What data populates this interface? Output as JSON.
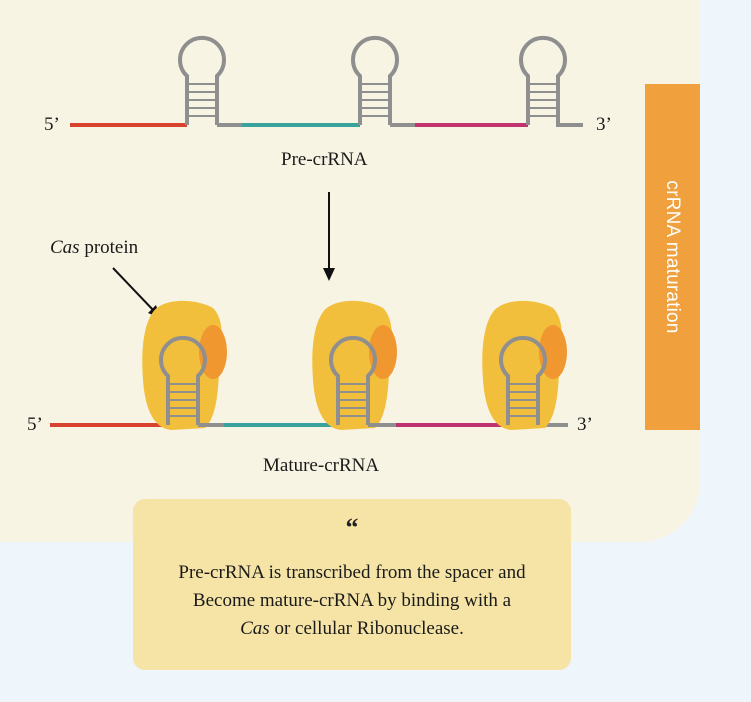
{
  "diagram": {
    "top_strand": {
      "five_prime": "5’",
      "three_prime": "3’",
      "label": "Pre-crRNA"
    },
    "bottom_strand": {
      "five_prime": "5’",
      "three_prime": "3’",
      "label": "Mature-crRNA"
    },
    "cas_label": {
      "italic": "Cas",
      "rest": " protein"
    },
    "side_label": "crRNA maturation"
  },
  "quote": {
    "mark": "“",
    "line1": "Pre-crRNA is transcribed from the spacer and",
    "line2": "Become mature-crRNA by binding with a",
    "line3_italic": "Cas",
    "line3_rest": " or cellular Ribonuclease."
  },
  "colors": {
    "panel": "#f8f4e4",
    "page": "#eef6fb",
    "red_segment": "#d9422e",
    "teal_segment": "#3aa39b",
    "magenta_segment": "#c0336f",
    "gray_rna": "#8f8f8f",
    "cas_protein": "#f2bf3c",
    "ribonuclease": "#f0972f",
    "side_bar": "#f0a03c",
    "quote_card": "#f5e4a6"
  }
}
